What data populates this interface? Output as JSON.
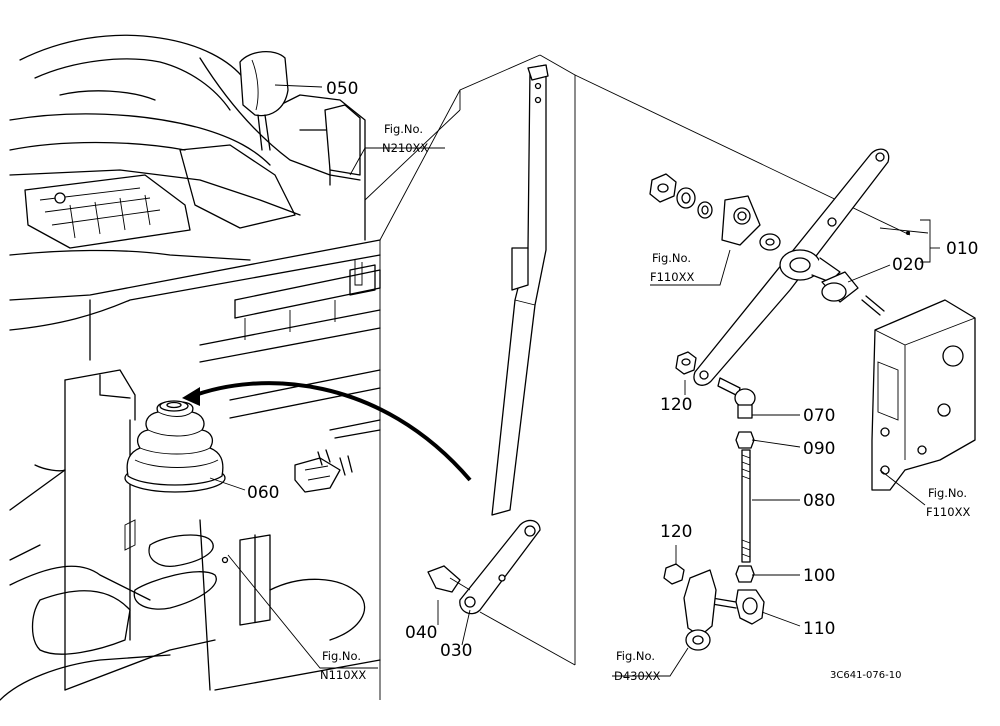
{
  "parts": {
    "p010": "010",
    "p020": "020",
    "p030": "030",
    "p040": "040",
    "p050": "050",
    "p060": "060",
    "p070": "070",
    "p080": "080",
    "p090": "090",
    "p100": "100",
    "p110": "110",
    "p120a": "120",
    "p120b": "120"
  },
  "figrefs": {
    "fig_label": "Fig.No.",
    "n210": "N210XX",
    "f110_top": "F110XX",
    "f110_right": "F110XX",
    "n110": "N110XX",
    "d430": "D430XX"
  },
  "diagram_code": "3C641-076-10"
}
